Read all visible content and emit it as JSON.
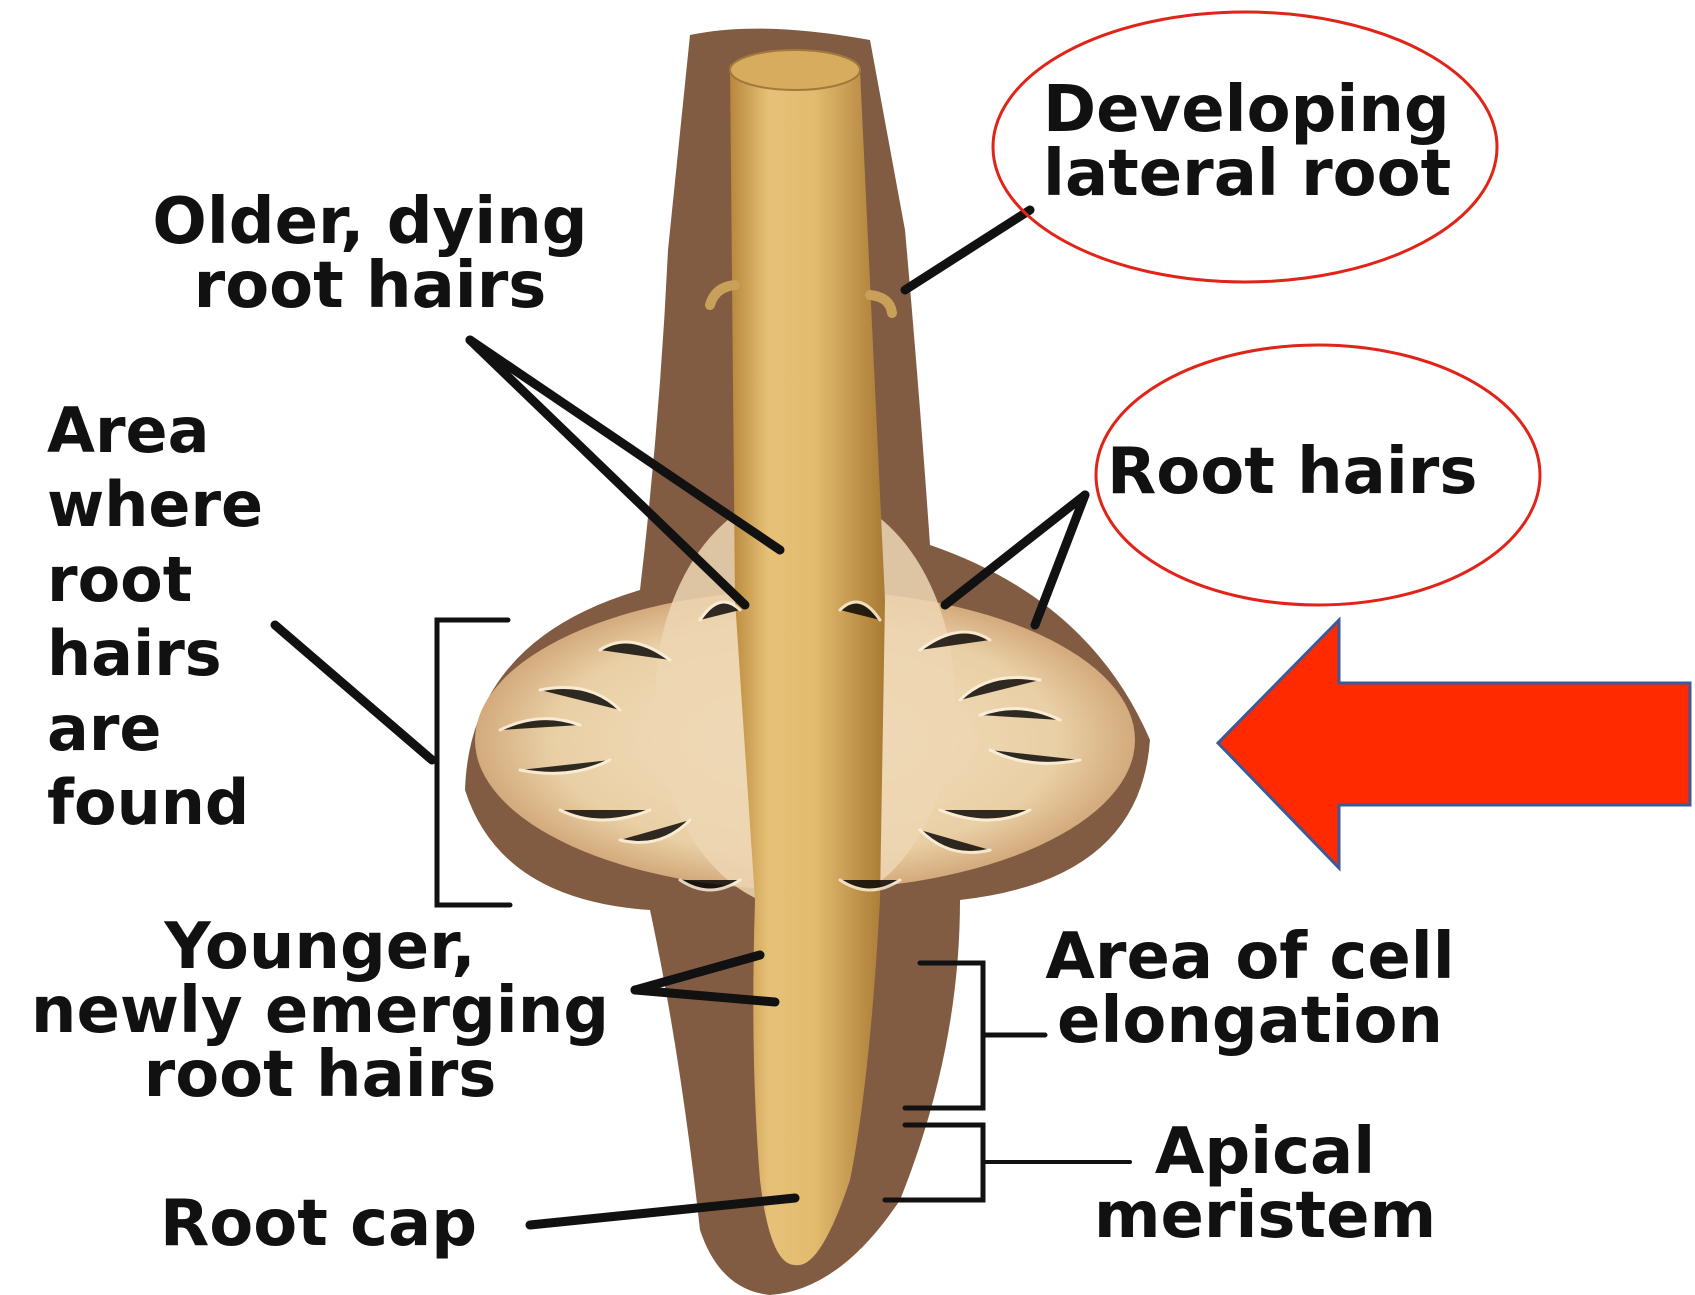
{
  "labels": {
    "developing_lateral_root": [
      "Developing",
      "lateral root"
    ],
    "older_dying_root_hairs": [
      "Older, dying",
      "root hairs"
    ],
    "area_where_root_hairs_found": [
      "Area",
      "where",
      "root",
      "hairs",
      "are",
      "found"
    ],
    "root_hairs": "Root hairs",
    "younger_newly_emerging": [
      "Younger,",
      "newly emerging",
      "root hairs"
    ],
    "area_of_cell_elongation": [
      "Area of cell",
      "elongation"
    ],
    "apical_meristem": [
      "Apical",
      "meristem"
    ],
    "root_cap": "Root cap"
  },
  "colors": {
    "highlight_ellipse": "#e02418",
    "arrow_fill": "#ff2a00",
    "arrow_stroke": "#3b5a9a",
    "root_body": "#dcb66a",
    "soil_halo": "#6b3f22",
    "root_hair_fringe": "#f2dcc0",
    "leader_lines": "#111111"
  },
  "icons": {
    "pointer": "left-arrow-icon"
  }
}
